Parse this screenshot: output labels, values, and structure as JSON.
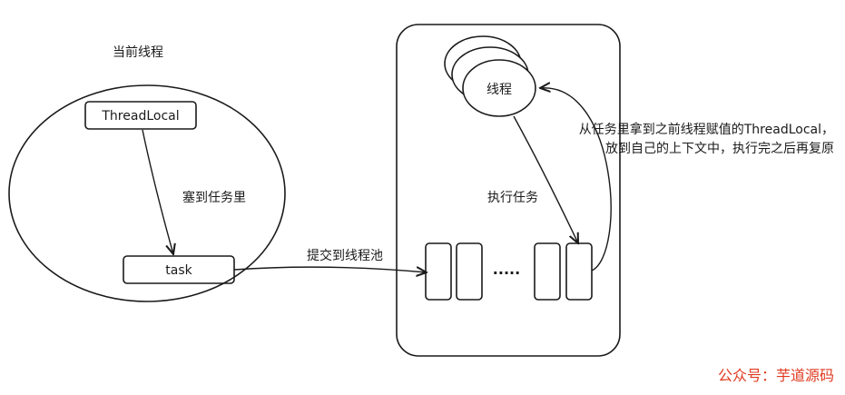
{
  "labels": {
    "current_thread": "当前线程",
    "threadlocal": "ThreadLocal",
    "put_into_task": "塞到任务里",
    "task": "task",
    "submit_to_pool": "提交到线程池",
    "thread": "线程",
    "execute_task": "执行任务",
    "dots": "·····",
    "note_line1": "从任务里拿到之前线程赋值的ThreadLocal，",
    "note_line2": "放到自己的上下文中，执行完之后再复原",
    "watermark": "公众号：芋道源码"
  },
  "colors": {
    "stroke": "#1a1a1a",
    "watermark": "#e03a1f"
  }
}
